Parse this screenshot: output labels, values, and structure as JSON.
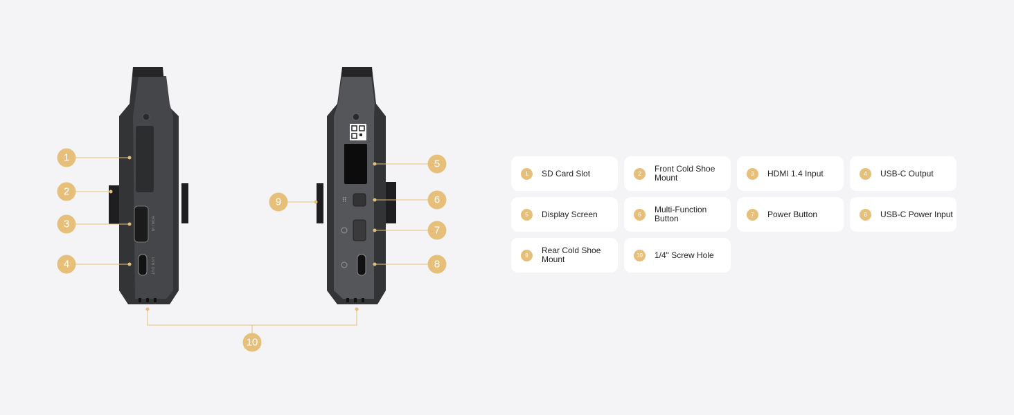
{
  "colors": {
    "accent": "#e6c07b",
    "background": "#f4f4f6",
    "device": "#3b3c3e"
  },
  "device_labels": {
    "hdmi": "HDMI IN",
    "usb": "USB OUT"
  },
  "callouts": [
    "1",
    "2",
    "3",
    "4",
    "5",
    "6",
    "7",
    "8",
    "9",
    "10"
  ],
  "legend": [
    {
      "num": "1",
      "label": "SD Card Slot"
    },
    {
      "num": "2",
      "label": "Front Cold Shoe Mount"
    },
    {
      "num": "3",
      "label": "HDMI 1.4 Input"
    },
    {
      "num": "4",
      "label": "USB-C Output"
    },
    {
      "num": "5",
      "label": "Display Screen"
    },
    {
      "num": "6",
      "label": "Multi-Function Button"
    },
    {
      "num": "7",
      "label": "Power Button"
    },
    {
      "num": "8",
      "label": "USB-C Power Input"
    },
    {
      "num": "9",
      "label": "Rear Cold Shoe Mount"
    },
    {
      "num": "10",
      "label": "1/4\" Screw Hole"
    }
  ]
}
